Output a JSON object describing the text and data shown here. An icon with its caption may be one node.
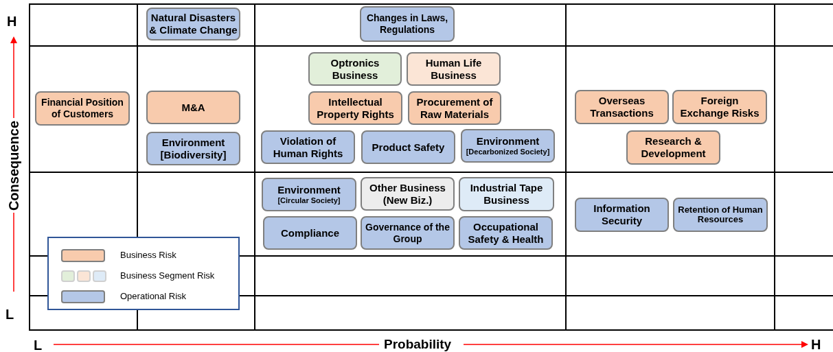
{
  "diagram": {
    "nodes": [
      {
        "text": [
          "Natural Disasters & Climate Change"
        ]
      },
      {
        "text": [
          "Changes in Laws, Regulations"
        ]
      },
      {
        "text": [
          "Financial Position of Customers"
        ]
      },
      {
        "text": [
          "M&A"
        ]
      },
      {
        "text": [
          "Environment [Biodiversity]"
        ]
      },
      {
        "text": [
          "Optronics Business"
        ]
      },
      {
        "text": [
          "Human Life Business"
        ]
      },
      {
        "text": [
          "Intellectual Property Rights"
        ]
      },
      {
        "text": [
          "Procurement of Raw Materials"
        ]
      },
      {
        "text": [
          "Violation of Human Rights"
        ]
      },
      {
        "text": [
          "Product Safety"
        ]
      },
      {
        "text": [
          "Environment",
          "[Decarbonized Society]"
        ]
      },
      {
        "text": [
          "Overseas Transactions"
        ]
      },
      {
        "text": [
          "Foreign Exchange Risks"
        ]
      },
      {
        "text": [
          "Research & Development"
        ]
      },
      {
        "text": [
          "Environment",
          "[Circular Society]"
        ]
      },
      {
        "text": [
          "Other Business (New Biz.)"
        ]
      },
      {
        "text": [
          "Industrial Tape Business"
        ]
      },
      {
        "text": [
          "Compliance"
        ]
      },
      {
        "text": [
          "Governance of the Group"
        ]
      },
      {
        "text": [
          "Occupational Safety & Health"
        ]
      },
      {
        "text": [
          "Information Security"
        ]
      },
      {
        "text": [
          "Retention of Human Resources"
        ]
      }
    ],
    "edges": [],
    "labels": [
      "H",
      "Consequence",
      "L",
      "L",
      "Probability",
      "H"
    ],
    "legend": [
      {
        "text": "Business Risk",
        "color": "#f8cbad"
      },
      {
        "text": "Business Segment Risk"
      },
      {
        "text": "Operational Risk",
        "color": "#b4c7e7"
      }
    ]
  }
}
